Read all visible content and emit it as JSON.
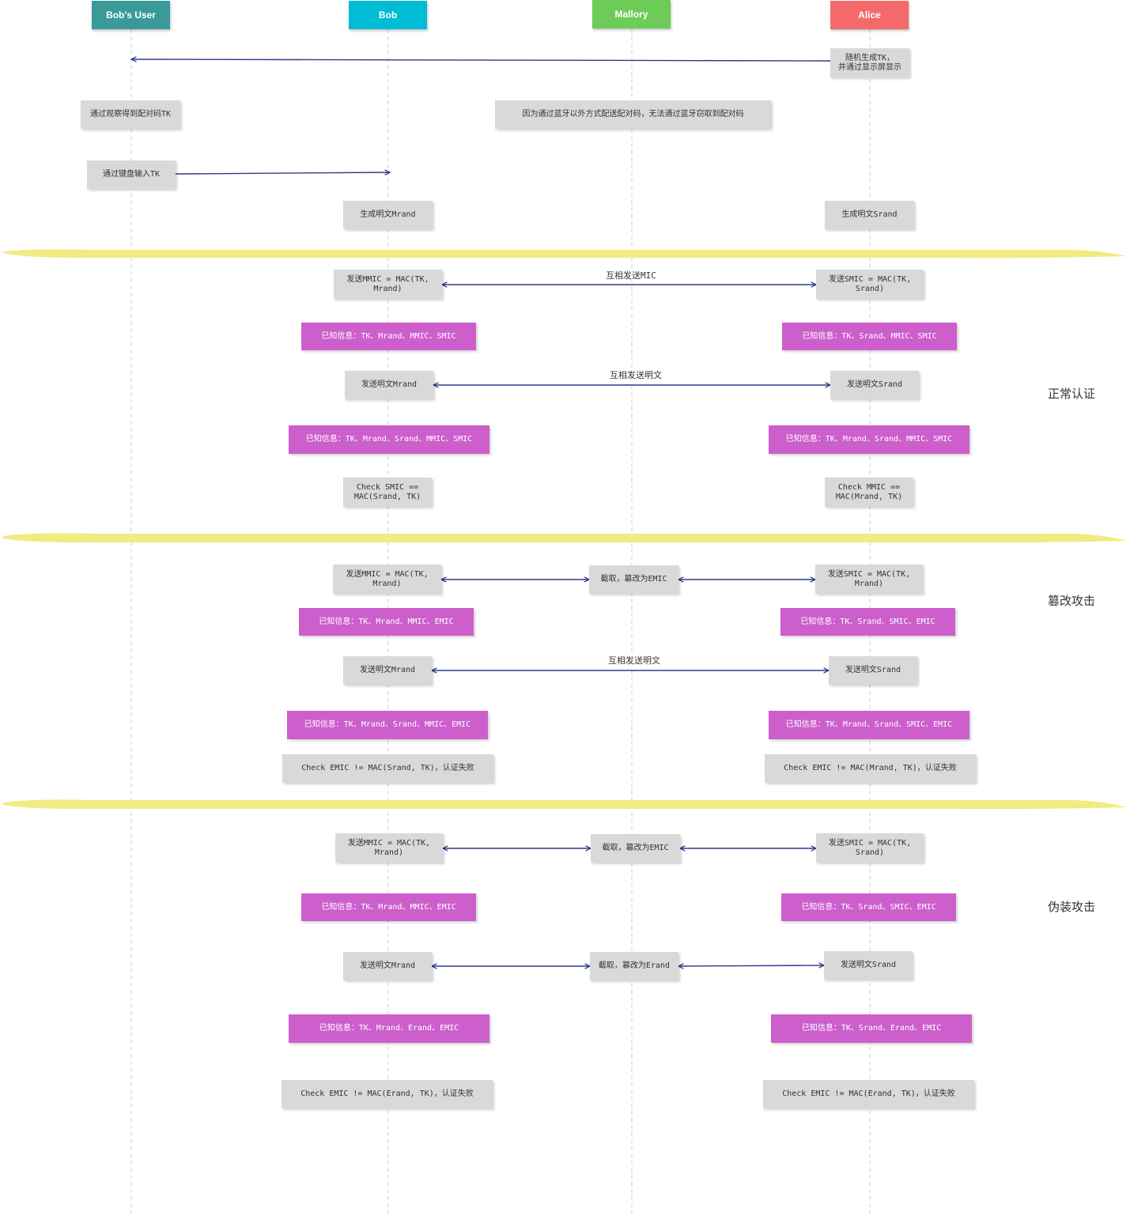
{
  "actors": {
    "bobs_user": {
      "label": "Bob's User",
      "color": "#3a9a9a"
    },
    "bob": {
      "label": "Bob",
      "color": "#00bcd4"
    },
    "mallory": {
      "label": "Mallory",
      "color": "#6dcc58"
    },
    "alice": {
      "label": "Alice",
      "color": "#f46a6a"
    }
  },
  "colors": {
    "lifeline": "#cccccc",
    "arrow": "#2d3b8c",
    "divider": "#f0ec82",
    "note_gray": "#d9d9d9",
    "note_purple": "#cc5fcc"
  },
  "pairing": {
    "alice_generate": "随机生成TK，\n并通过显示屏显示",
    "user_observe": "通过观察得到配对码TK",
    "mallory_cannot": "因为通过蓝牙以外方式配送配对码，无法通过蓝牙窃取到配对码",
    "user_input": "通过键盘输入TK",
    "bob_gen": "生成明文Mrand",
    "alice_gen": "生成明文Srand"
  },
  "normal": {
    "section_label": "正常认证",
    "bob_send_mic": "发送MMIC = MAC(TK,\nMrand)",
    "alice_send_mic": "发送SMIC = MAC(TK,\nSrand)",
    "mic_msg": "互相发送MIC",
    "bob_known1": "已知信息：TK、Mrand、MMIC、SMIC",
    "alice_known1": "已知信息：TK、Srand、MMIC、SMIC",
    "bob_send_plain": "发送明文Mrand",
    "alice_send_plain": "发送明文Srand",
    "plain_msg": "互相发送明文",
    "bob_known2": "已知信息：TK、Mrand、Srand、MMIC、SMIC",
    "alice_known2": "已知信息：TK、Mrand、Srand、MMIC、SMIC",
    "bob_check": "Check SMIC ==\nMAC(Srand, TK)",
    "alice_check": "Check MMIC ==\nMAC(Mrand, TK)"
  },
  "tamper": {
    "section_label": "篡改攻击",
    "bob_send_mic": "发送MMIC = MAC(TK,\nMrand)",
    "mallory_intercept": "截取，篡改为EMIC",
    "alice_send_mic": "发送SMIC = MAC(TK,\nMrand)",
    "bob_known1": "已知信息：TK、Mrand、MMIC、EMIC",
    "alice_known1": "已知信息：TK、Srand、SMIC、EMIC",
    "bob_send_plain": "发送明文Mrand",
    "alice_send_plain": "发送明文Srand",
    "plain_msg": "互相发送明文",
    "bob_known2": "已知信息：TK、Mrand、Srand、MMIC、EMIC",
    "alice_known2": "已知信息：TK、Mrand、Srand、SMIC、EMIC",
    "bob_check": "Check EMIC != MAC(Srand, TK)，认证失败",
    "alice_check": "Check EMIC != MAC(Mrand, TK)，认证失败"
  },
  "spoof": {
    "section_label": "伪装攻击",
    "bob_send_mic": "发送MMIC = MAC(TK,\nMrand)",
    "mallory_intercept_mic": "截取，篡改为EMIC",
    "alice_send_mic": "发送SMIC = MAC(TK,\nSrand)",
    "bob_known1": "已知信息：TK、Mrand、MMIC、EMIC",
    "alice_known1": "已知信息：TK、Srand、SMIC、EMIC",
    "bob_send_plain": "发送明文Mrand",
    "mallory_intercept_rand": "截取，篡改为Erand",
    "alice_send_plain": "发送明文Srand",
    "bob_known2": "已知信息：TK、Mrand、Erand、EMIC",
    "alice_known2": "已知信息：TK、Srand、Erand、EMIC",
    "bob_check": "Check EMIC != MAC(Erand, TK)，认证失败",
    "alice_check": "Check EMIC != MAC(Erand, TK)，认证失败"
  }
}
